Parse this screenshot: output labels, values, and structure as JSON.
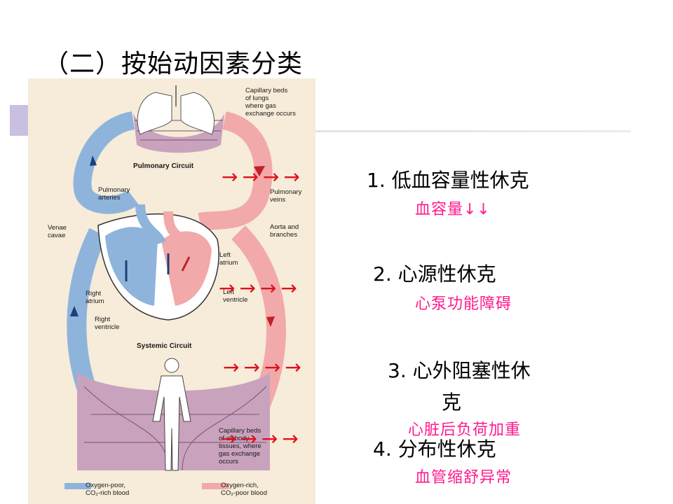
{
  "slide": {
    "title": "（二）按始动因素分类",
    "arrow_glyph": "→→→→",
    "items": [
      {
        "label": "1. 低血容量性休克",
        "note": "血容量↓↓"
      },
      {
        "label": "2. 心源性休克",
        "note": "心泵功能障碍"
      },
      {
        "label_line1": "3. 心外阻塞性休",
        "label_line2": "克",
        "note": "心脏后负荷加重"
      },
      {
        "label": "4. 分布性休克",
        "note": "血管缩舒异常"
      }
    ],
    "colors": {
      "arrow": "#e0101b",
      "note": "#ff1a8c",
      "oxygen_poor": "#8fb4dc",
      "oxygen_rich": "#f2a9a9"
    }
  },
  "figure": {
    "labels": {
      "capillary_lungs": [
        "Capillary beds",
        "of lungs",
        "where gas",
        "exchange occurs"
      ],
      "pulmonary_circuit": "Pulmonary Circuit",
      "pulmonary_arteries": [
        "Pulmonary",
        "arteries"
      ],
      "pulmonary_veins": [
        "Pulmonary",
        "veins"
      ],
      "venae_cavae": [
        "Venae",
        "cavae"
      ],
      "aorta_branches": [
        "Aorta and",
        "branches"
      ],
      "left_atrium": [
        "Left",
        "atrium"
      ],
      "left_ventricle": [
        "Left",
        "ventricle"
      ],
      "right_atrium": [
        "Right",
        "atrium"
      ],
      "right_ventricle": [
        "Right",
        "ventricle"
      ],
      "systemic_circuit": "Systemic Circuit",
      "capillary_body": [
        "Capillary beds",
        "of all body",
        "tissues, where",
        "gas exchange",
        "occurs"
      ],
      "legend_poor": [
        "Oxygen-poor,",
        "CO₂-rich blood"
      ],
      "legend_rich": [
        "Oxygen-rich,",
        "CO₂-poor blood"
      ]
    }
  }
}
